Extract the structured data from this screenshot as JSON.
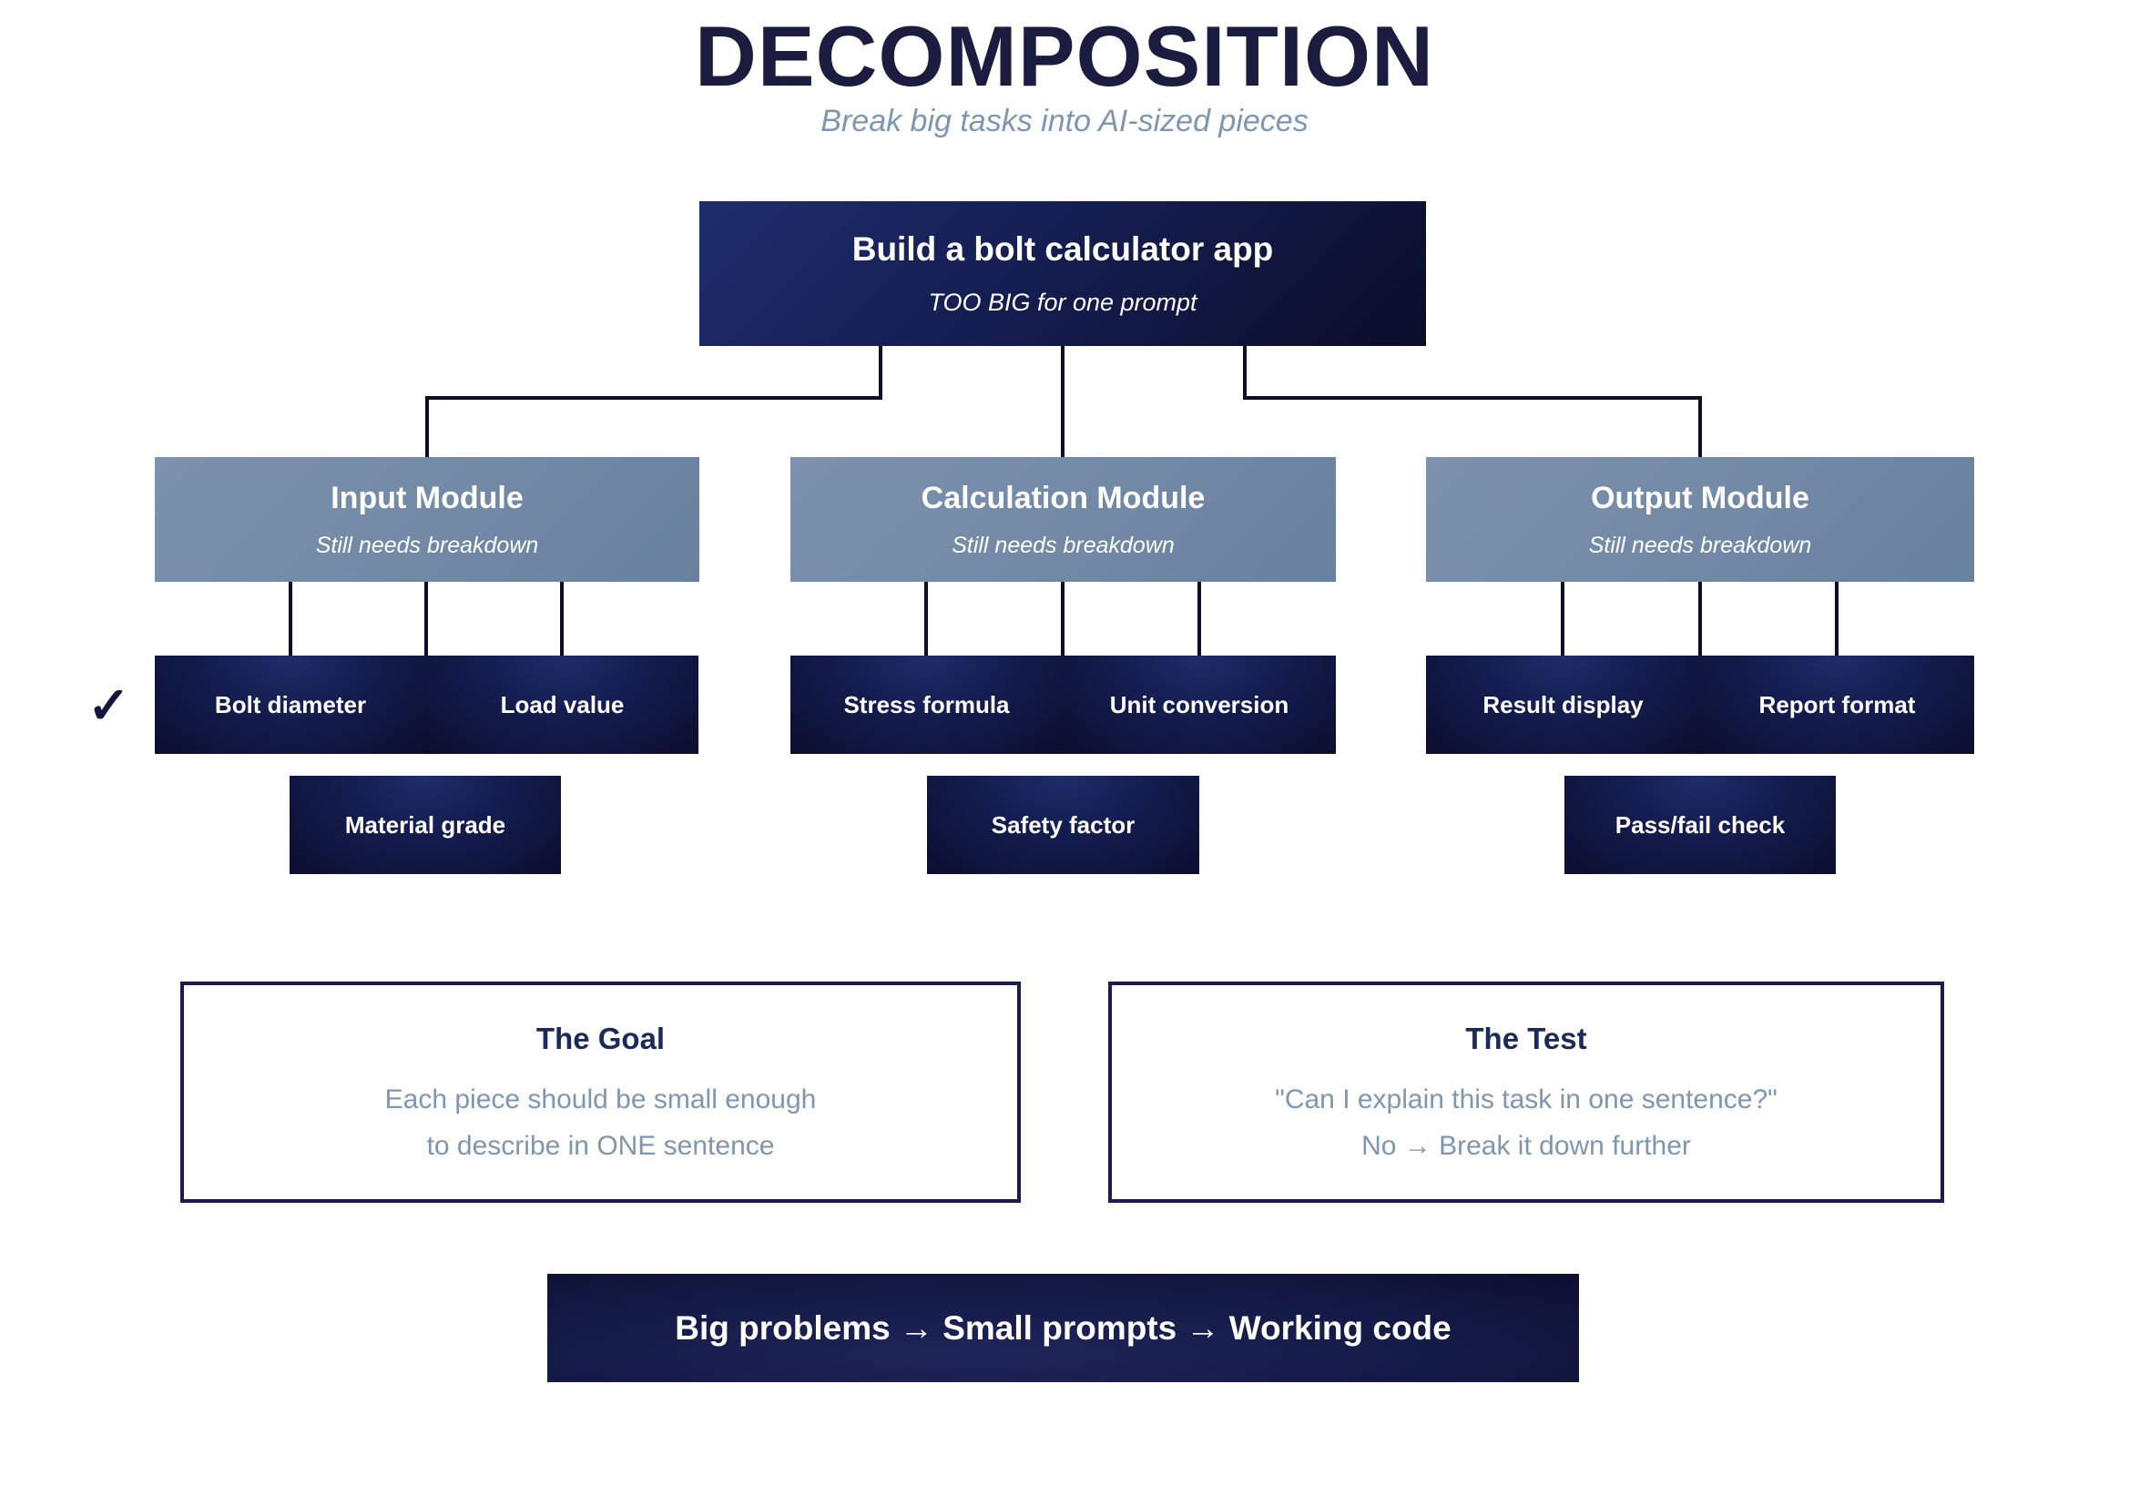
{
  "title": "DECOMPOSITION",
  "subtitle": "Break big tasks into AI-sized pieces",
  "root": {
    "label": "Build a bolt calculator app",
    "note": "TOO BIG for one prompt"
  },
  "modules": [
    {
      "label": "Input Module",
      "note": "Still needs breakdown"
    },
    {
      "label": "Calculation Module",
      "note": "Still needs breakdown"
    },
    {
      "label": "Output Module",
      "note": "Still needs breakdown"
    }
  ],
  "tasks": [
    "Bolt diameter",
    "Load value",
    "Material grade",
    "Stress formula",
    "Unit conversion",
    "Safety factor",
    "Result display",
    "Report format",
    "Pass/fail check"
  ],
  "checkmark": "✓",
  "cards": {
    "goal": {
      "title": "The Goal",
      "lines": [
        "Each piece should be small enough",
        "to describe in ONE sentence"
      ]
    },
    "test": {
      "title": "The Test",
      "lines": [
        "\"Can I explain this task in one sentence?\"",
        "No → Break it down further"
      ]
    }
  },
  "footer": "Big problems → Small prompts → Working code",
  "colors": {
    "ink": "#1c1c40",
    "muted_blue": "#7e96b1",
    "dark_node_light": "#1f2d6d",
    "dark_node_dark": "#0a0d29",
    "module_node_light": "#7c92ae",
    "module_node_dark": "#68819f",
    "connector": "#0d0d2a",
    "card_border": "#1b1b52"
  }
}
